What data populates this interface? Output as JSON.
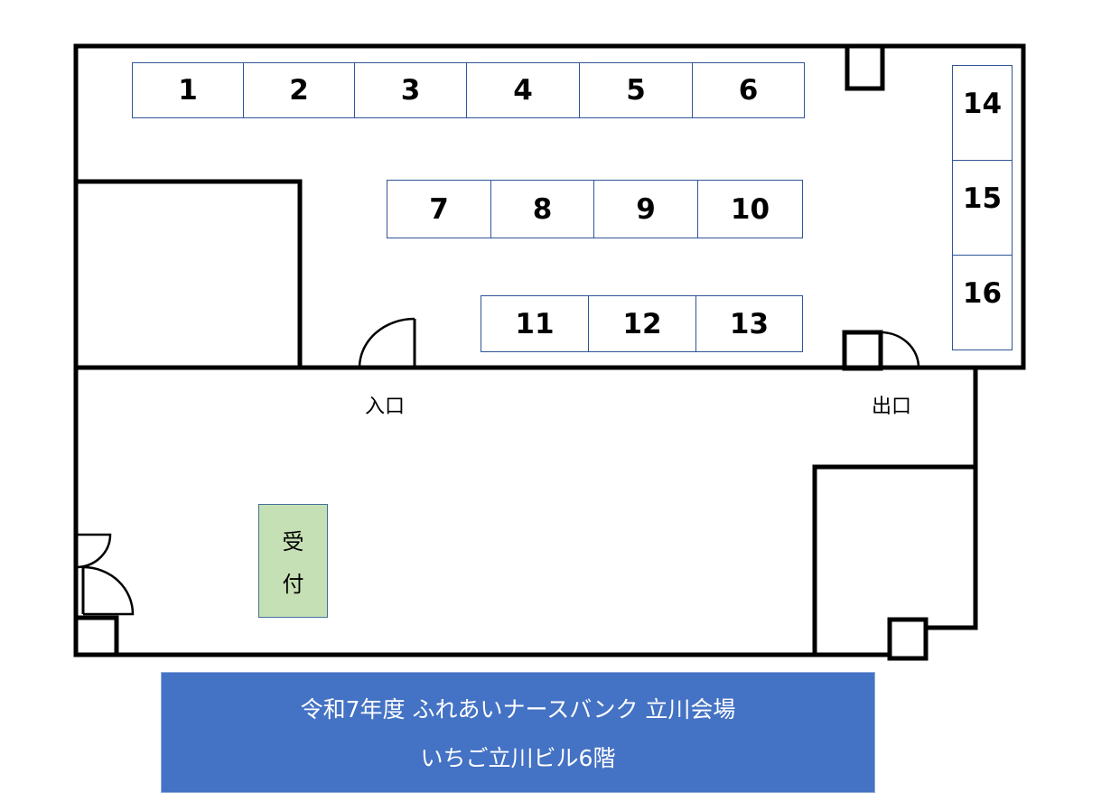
{
  "booths": [
    "1",
    "2",
    "3",
    "4",
    "5",
    "6",
    "7",
    "8",
    "9",
    "10",
    "11",
    "12",
    "13",
    "14",
    "15",
    "16"
  ],
  "labels": {
    "entrance": "入口",
    "exit": "出口"
  },
  "reception": {
    "char1": "受",
    "char2": "付"
  },
  "banner": {
    "line1": "令和7年度 ふれあいナースバンク 立川会場",
    "line2": "いちご立川ビル6階"
  },
  "colors": {
    "booth_border": "#2f5597",
    "reception_fill": "#c5e0b4",
    "banner_fill": "#4472c4"
  }
}
